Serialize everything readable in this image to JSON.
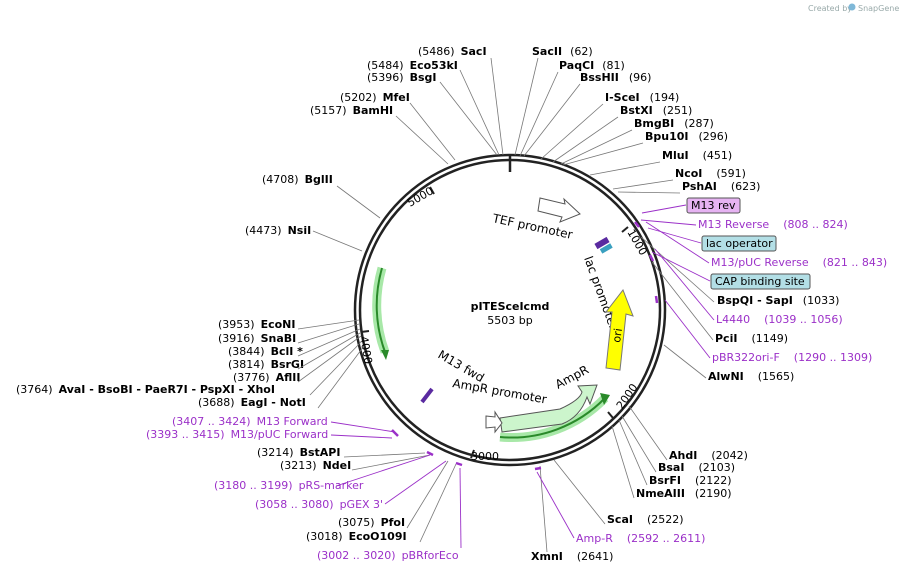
{
  "watermark": {
    "prefix": "Created by",
    "brand": "SnapGene"
  },
  "plasmid": {
    "name": "pITESceIcmd",
    "size": "5503 bp"
  },
  "ticks": [
    "5000",
    "1000",
    "4000",
    "2000",
    "3000"
  ],
  "features": {
    "tef": "TEF promoter",
    "lac": "lac promoter",
    "ori": "ori",
    "ampr": "AmpR",
    "ampr_promoter": "AmpR promoter",
    "m13fwd": "M13 fwd"
  },
  "enzymes_left": [
    {
      "pos": "(5486)",
      "name": "SacI"
    },
    {
      "pos": "(5484)",
      "name": "Eco53kI"
    },
    {
      "pos": "(5396)",
      "name": "BsgI"
    },
    {
      "pos": "(5202)",
      "name": "MfeI"
    },
    {
      "pos": "(5157)",
      "name": "BamHI"
    },
    {
      "pos": "(4708)",
      "name": "BglII"
    },
    {
      "pos": "(4473)",
      "name": "NsiI"
    },
    {
      "pos": "(3953)",
      "name": "EcoNI"
    },
    {
      "pos": "(3916)",
      "name": "SnaBI"
    },
    {
      "pos": "(3844)",
      "name": "BclI *"
    },
    {
      "pos": "(3814)",
      "name": "BsrGI"
    },
    {
      "pos": "(3776)",
      "name": "AflII"
    },
    {
      "pos": "(3764)",
      "name": "AvaI - BsoBI - PaeR7I - PspXI - XhoI"
    },
    {
      "pos": "(3688)",
      "name": "EagI - NotI"
    },
    {
      "pos": "(3214)",
      "name": "BstAPI"
    },
    {
      "pos": "(3213)",
      "name": "NdeI"
    },
    {
      "pos": "(3075)",
      "name": "PfoI"
    },
    {
      "pos": "(3018)",
      "name": "EcoO109I"
    }
  ],
  "enzymes_right": [
    {
      "name": "SacII",
      "pos": "(62)"
    },
    {
      "name": "PaqCI",
      "pos": "(81)"
    },
    {
      "name": "BssHII",
      "pos": "(96)"
    },
    {
      "name": "I-SceI",
      "pos": "(194)"
    },
    {
      "name": "BstXI",
      "pos": "(251)"
    },
    {
      "name": "BmgBI",
      "pos": "(287)"
    },
    {
      "name": "Bpu10I",
      "pos": "(296)"
    },
    {
      "name": "MluI",
      "pos": "(451)"
    },
    {
      "name": "NcoI",
      "pos": "(591)"
    },
    {
      "name": "PshAI",
      "pos": "(623)"
    },
    {
      "name": "BspQI - SapI",
      "pos": "(1033)"
    },
    {
      "name": "PciI",
      "pos": "(1149)"
    },
    {
      "name": "AlwNI",
      "pos": "(1565)"
    },
    {
      "name": "AhdI",
      "pos": "(2042)"
    },
    {
      "name": "BsaI",
      "pos": "(2103)"
    },
    {
      "name": "BsrFI",
      "pos": "(2122)"
    },
    {
      "name": "NmeAIII",
      "pos": "(2190)"
    },
    {
      "name": "ScaI",
      "pos": "(2522)"
    },
    {
      "name": "XmnI",
      "pos": "(2641)"
    }
  ],
  "primers_left": [
    {
      "range": "(3407 .. 3424)",
      "name": "M13 Forward"
    },
    {
      "range": "(3393 .. 3415)",
      "name": "M13/pUC Forward"
    },
    {
      "range": "(3180 .. 3199)",
      "name": "pRS-marker"
    },
    {
      "range": "(3058 .. 3080)",
      "name": "pGEX 3'"
    },
    {
      "range": "(3002 .. 3020)",
      "name": "pBRforEco"
    }
  ],
  "primers_right": [
    {
      "name": "M13 Reverse",
      "range": "(808 .. 824)"
    },
    {
      "name": "M13/pUC Reverse",
      "range": "(821 .. 843)"
    },
    {
      "name": "L4440",
      "range": "(1039 .. 1056)"
    },
    {
      "name": "pBR322ori-F",
      "range": "(1290 .. 1309)"
    },
    {
      "name": "Amp-R",
      "range": "(2592 .. 2611)"
    }
  ],
  "boxes": {
    "m13rev": "M13 rev",
    "lacop": "lac operator",
    "cap": "CAP binding site"
  },
  "colors": {
    "primer": "#9b30c8",
    "ori": "#ffff00",
    "ampr": "#ccf5cc",
    "box_purple": "#e6b3f2",
    "box_blue": "#b3dfe6"
  }
}
